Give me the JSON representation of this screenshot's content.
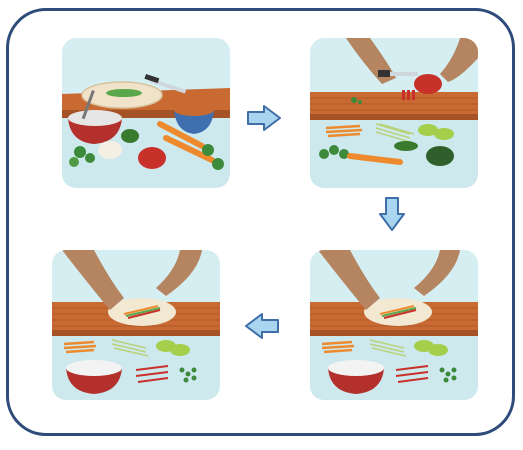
{
  "diagram": {
    "steps": [
      {
        "icon": "prepare-ingredients-scene"
      },
      {
        "icon": "slice-vegetables-scene"
      },
      {
        "icon": "fill-wrapper-scene"
      },
      {
        "icon": "roll-wrapper-scene"
      }
    ],
    "arrows": [
      "arrow-right-icon",
      "arrow-down-icon",
      "arrow-left-icon"
    ],
    "colors": {
      "frame": "#2e4b7a",
      "panel_sky": "#d5eef2",
      "panel_floor": "#cde9ee",
      "board": "#c96a33",
      "arrow_fill": "#a9d5f1",
      "arrow_stroke": "#3f6fa7",
      "bowl_red": "#b3302c",
      "carrot": "#ee8a2e",
      "greens": "#3d8a3a",
      "skin": "#b58561"
    }
  }
}
